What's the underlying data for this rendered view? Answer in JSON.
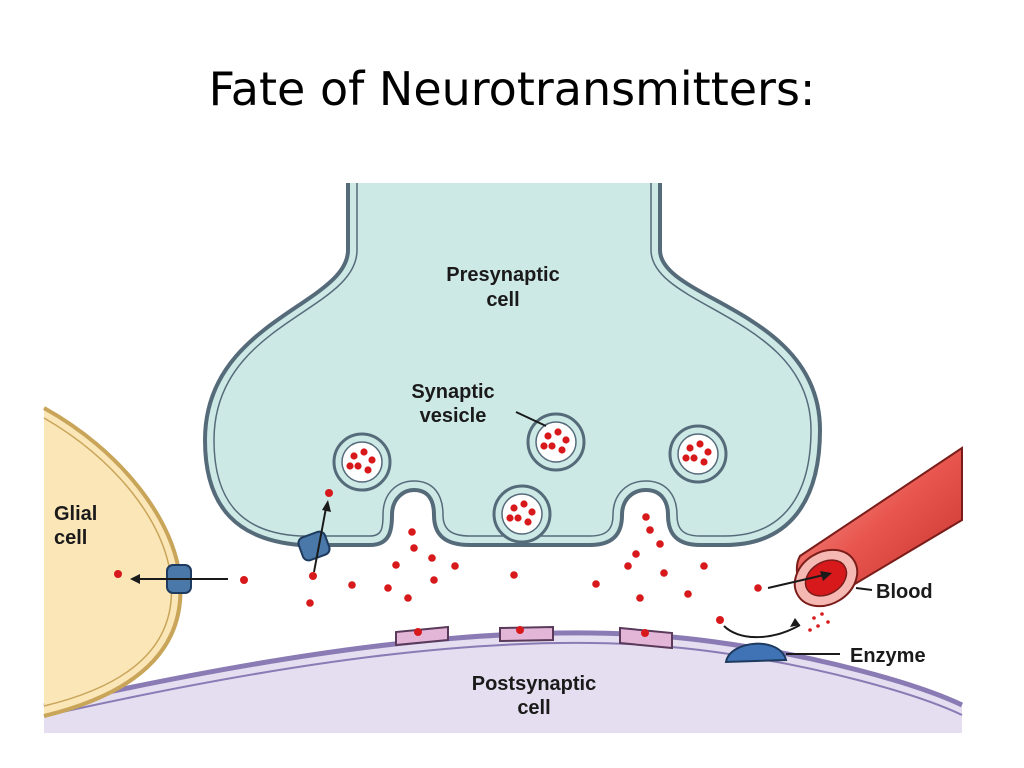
{
  "slide": {
    "title": "Fate of Neurotransmitters:"
  },
  "diagram": {
    "labels": {
      "presynaptic_line1": "Presynaptic",
      "presynaptic_line2": "cell",
      "vesicle_line1": "Synaptic",
      "vesicle_line2": "vesicle",
      "glial_line1": "Glial",
      "glial_line2": "cell",
      "blood": "Blood",
      "enzyme": "Enzyme",
      "postsynaptic_line1": "Postsynaptic",
      "postsynaptic_line2": "cell"
    },
    "colors": {
      "presynaptic_fill": "#cde9e6",
      "membrane_stroke": "#556b7a",
      "neurotransmitter": "#d7191c",
      "glial_fill": "#fbe6b8",
      "glial_membrane": "#c9a55a",
      "transporter": "#4a78a8",
      "postsynaptic_fill": "#e4def0",
      "postsynaptic_membrane": "#8a7bb5",
      "receptor": "#e3b6d8",
      "blood_vessel": "#e8554e",
      "enzyme": "#3f73b5"
    }
  }
}
